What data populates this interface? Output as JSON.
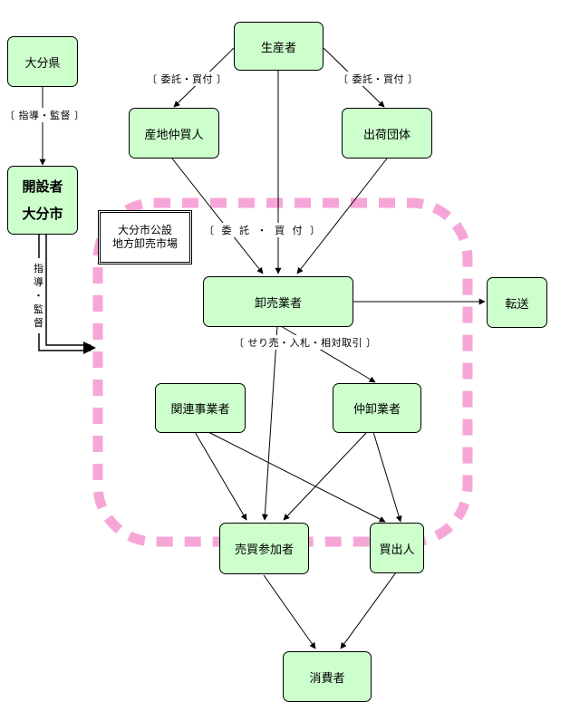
{
  "colors": {
    "node_fill": "#ccffcc",
    "market_border": "#f6a6d6"
  },
  "nodes": {
    "oita_prefecture": "大分県",
    "founder_title": "開設者",
    "founder_name": "大分市",
    "producer": "生産者",
    "local_broker": "産地仲買人",
    "shipping_group": "出荷団体",
    "wholesaler": "卸売業者",
    "transfer": "転送",
    "related_business": "関連事業者",
    "intermediate_wholesaler": "仲卸業者",
    "trading_participant": "売買参加者",
    "buyer": "買出人",
    "consumer": "消費者"
  },
  "market_label": {
    "line1": "大分市公設",
    "line2": "地方卸売市場"
  },
  "edge_labels": {
    "consign_left": "〔 委託・買付 〕",
    "consign_right": "〔 委託・買付 〕",
    "guidance_supervision": "〔 指導・監督 〕",
    "consign_center": "〔 委 託 ・ 買 付 〕",
    "auction_methods": "〔 せり売・入札・相対取引 〕",
    "vertical_guidance": [
      "指",
      "導",
      "・",
      "監",
      "督"
    ]
  }
}
